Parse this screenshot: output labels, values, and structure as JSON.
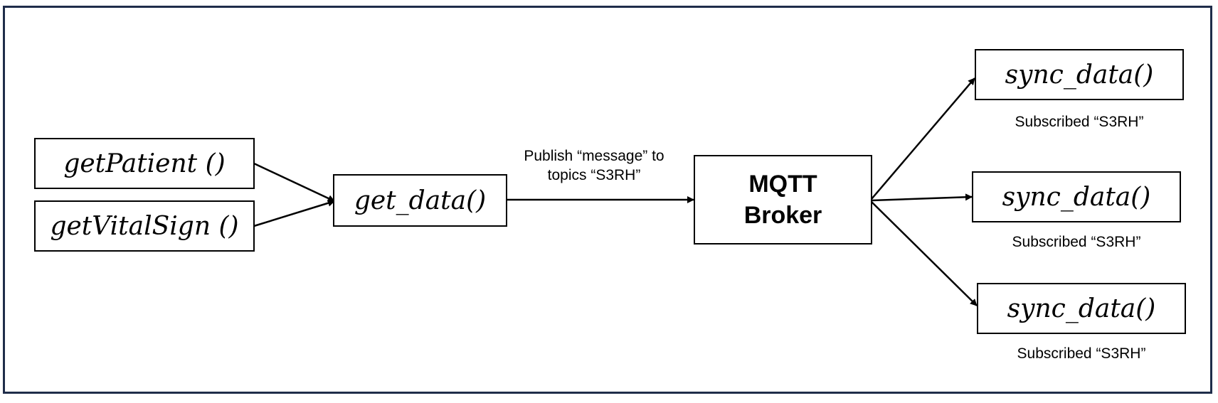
{
  "diagram": {
    "nodes": {
      "get_patient": "getPatient ()",
      "get_vital_sign": "getVitalSign ()",
      "get_data": "get_data()",
      "broker_line1": "MQTT",
      "broker_line2": "Broker",
      "sync_1": "sync_data()",
      "sync_2": "sync_data()",
      "sync_3": "sync_data()"
    },
    "labels": {
      "publish_line1": "Publish “message” to",
      "publish_line2": "topics “S3RH”",
      "subscribed_1": "Subscribed “S3RH”",
      "subscribed_2": "Subscribed “S3RH”",
      "subscribed_3": "Subscribed “S3RH”"
    },
    "colors": {
      "frame_border": "#1f2d4a",
      "node_border": "#000000",
      "arrow": "#000000"
    }
  }
}
